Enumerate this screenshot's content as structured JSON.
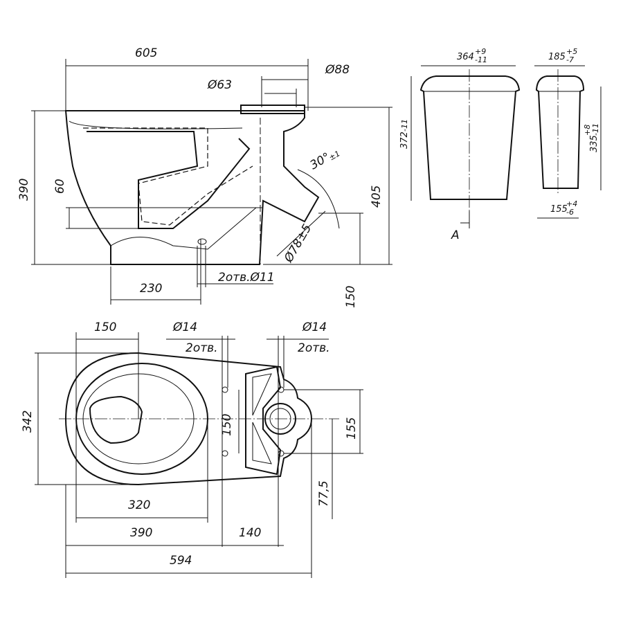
{
  "side_view": {
    "width": "605",
    "pipe_outer": "Ø88",
    "pipe_inner": "Ø63",
    "height": "390",
    "offset": "60",
    "overall_height": "405",
    "angle": "30°",
    "angle_tol": "±1",
    "outlet": "Ø78±5",
    "base_offset": "230",
    "holes": "2отв.Ø11",
    "outlet_height": "150"
  },
  "tank_front": {
    "width": "364",
    "width_tol_up": "+9",
    "width_tol_down": "-11",
    "height": "372",
    "height_tol": "-11",
    "section": "A"
  },
  "tank_side": {
    "width": "185",
    "width_tol_up": "+5",
    "width_tol_down": "-7",
    "height": "335",
    "height_tol_up": "+8",
    "height_tol_down": "-11",
    "bottom": "155",
    "bottom_tol_up": "+4",
    "bottom_tol_down": "-6"
  },
  "top_view": {
    "dim_150_top": "150",
    "hole_dia_1": "Ø14",
    "holes_1": "2отв.",
    "hole_dia_2": "Ø14",
    "holes_2": "2отв.",
    "width": "342",
    "hole_spacing": "150",
    "flange": "155",
    "flange_offset": "77,5",
    "bowl": "320",
    "length_390": "390",
    "length_140": "140",
    "total": "594"
  }
}
